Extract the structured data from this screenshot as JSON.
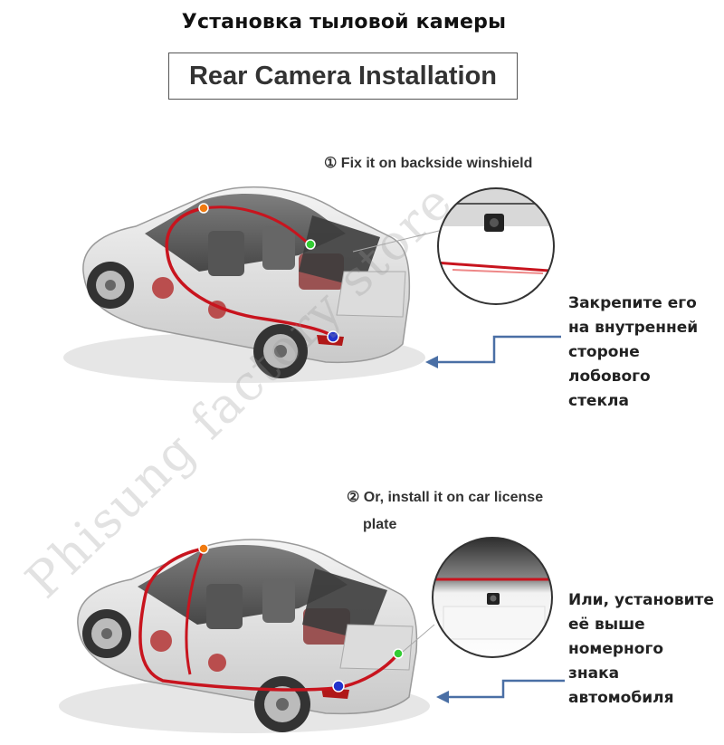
{
  "header": {
    "title_ru": "Установка тыловой камеры",
    "title_en": "Rear Camera Installation"
  },
  "step1": {
    "label": "① Fix it on backside winshield",
    "description_ru": [
      "Закрепите его",
      "на внутренней",
      "стороне",
      "лобового",
      "стекла"
    ]
  },
  "step2": {
    "label_line1": "② Or, install it on car license",
    "label_line2": "plate",
    "description_ru": [
      "Или, установите",
      "её выше",
      "номерного",
      "знака",
      "автомобиля"
    ]
  },
  "watermark": "Phisung factory store",
  "colors": {
    "cable": "#c8141e",
    "arrow": "#4a6fa5",
    "camera_dot": "#33cc33",
    "monitor_dot": "#f07a10",
    "power_dot": "#2233cc"
  }
}
